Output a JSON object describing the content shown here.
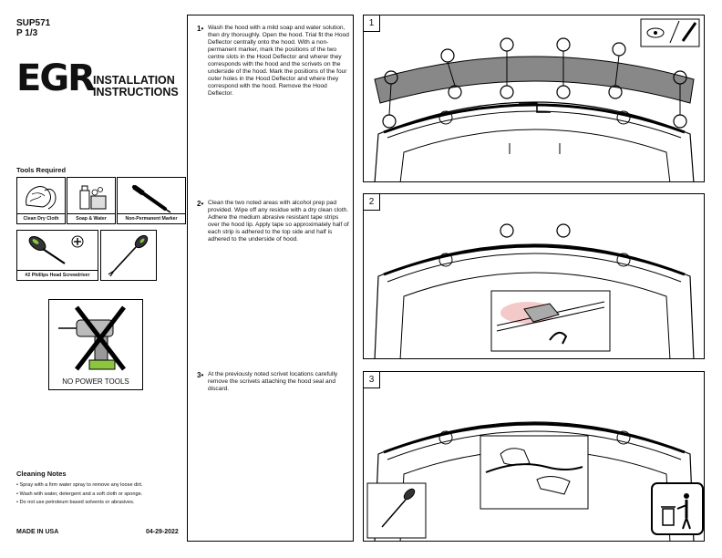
{
  "header": {
    "part_number": "SUP571",
    "page": "P 1/3"
  },
  "logo": {
    "brand": "EGR",
    "line1": "INSTALLATION",
    "line2": "INSTRUCTIONS"
  },
  "tools": {
    "title": "Tools Required",
    "items": [
      {
        "label": "Clean Dry Cloth",
        "icon": "cloth-icon"
      },
      {
        "label": "Soap & Water",
        "icon": "soap-water-icon"
      },
      {
        "label": "Non-Permanent Marker",
        "icon": "marker-icon"
      },
      {
        "label": "#2 Phillips Head Screwdriver",
        "icon": "screwdriver-icon"
      },
      {
        "label": "",
        "icon": "scrivet-removal-tool-icon"
      }
    ],
    "no_power": "NO POWER TOOLS"
  },
  "cleaning": {
    "title": "Cleaning Notes",
    "notes": [
      "• Spray with a firm water spray to remove any loose dirt.",
      "• Wash with water, detergent and a soft cloth or sponge.",
      "• Do not use petroleum based solvents or abrasives."
    ]
  },
  "footer": {
    "made_in": "MADE IN USA",
    "date": "04-29-2022"
  },
  "steps": [
    {
      "num": "1•",
      "text": "Wash the hood with a mild soap and water solution, then dry thoroughly. Open the hood. Trial fit the Hood Deflector centrally onto the hood. With a non-permanent marker, mark the positions of the two centre slots in the Hood Deflector and wherer they corresponds with the hood and the scrivets on the underside of the hood. Mark the positions of the four outer holes in the Hood Deflector and where they correspond with the hood. Remove the Hood Deflector."
    },
    {
      "num": "2•",
      "text": "Clean the two noted areas with alcohol prep pad provided. Wipe off any residue with a dry clean cloth. Adhere the medium abrasive resistant tape strips over the hood lip. Apply tape so approximately half of each strip is adhered to the top side and half is adhered to the underside of hood."
    },
    {
      "num": "3•",
      "text": "At the previously noted scrivet locations carefully remove the scrivets attaching the hood seal and discard."
    }
  ],
  "panels": [
    {
      "num": "1"
    },
    {
      "num": "2"
    },
    {
      "num": "3"
    }
  ]
}
